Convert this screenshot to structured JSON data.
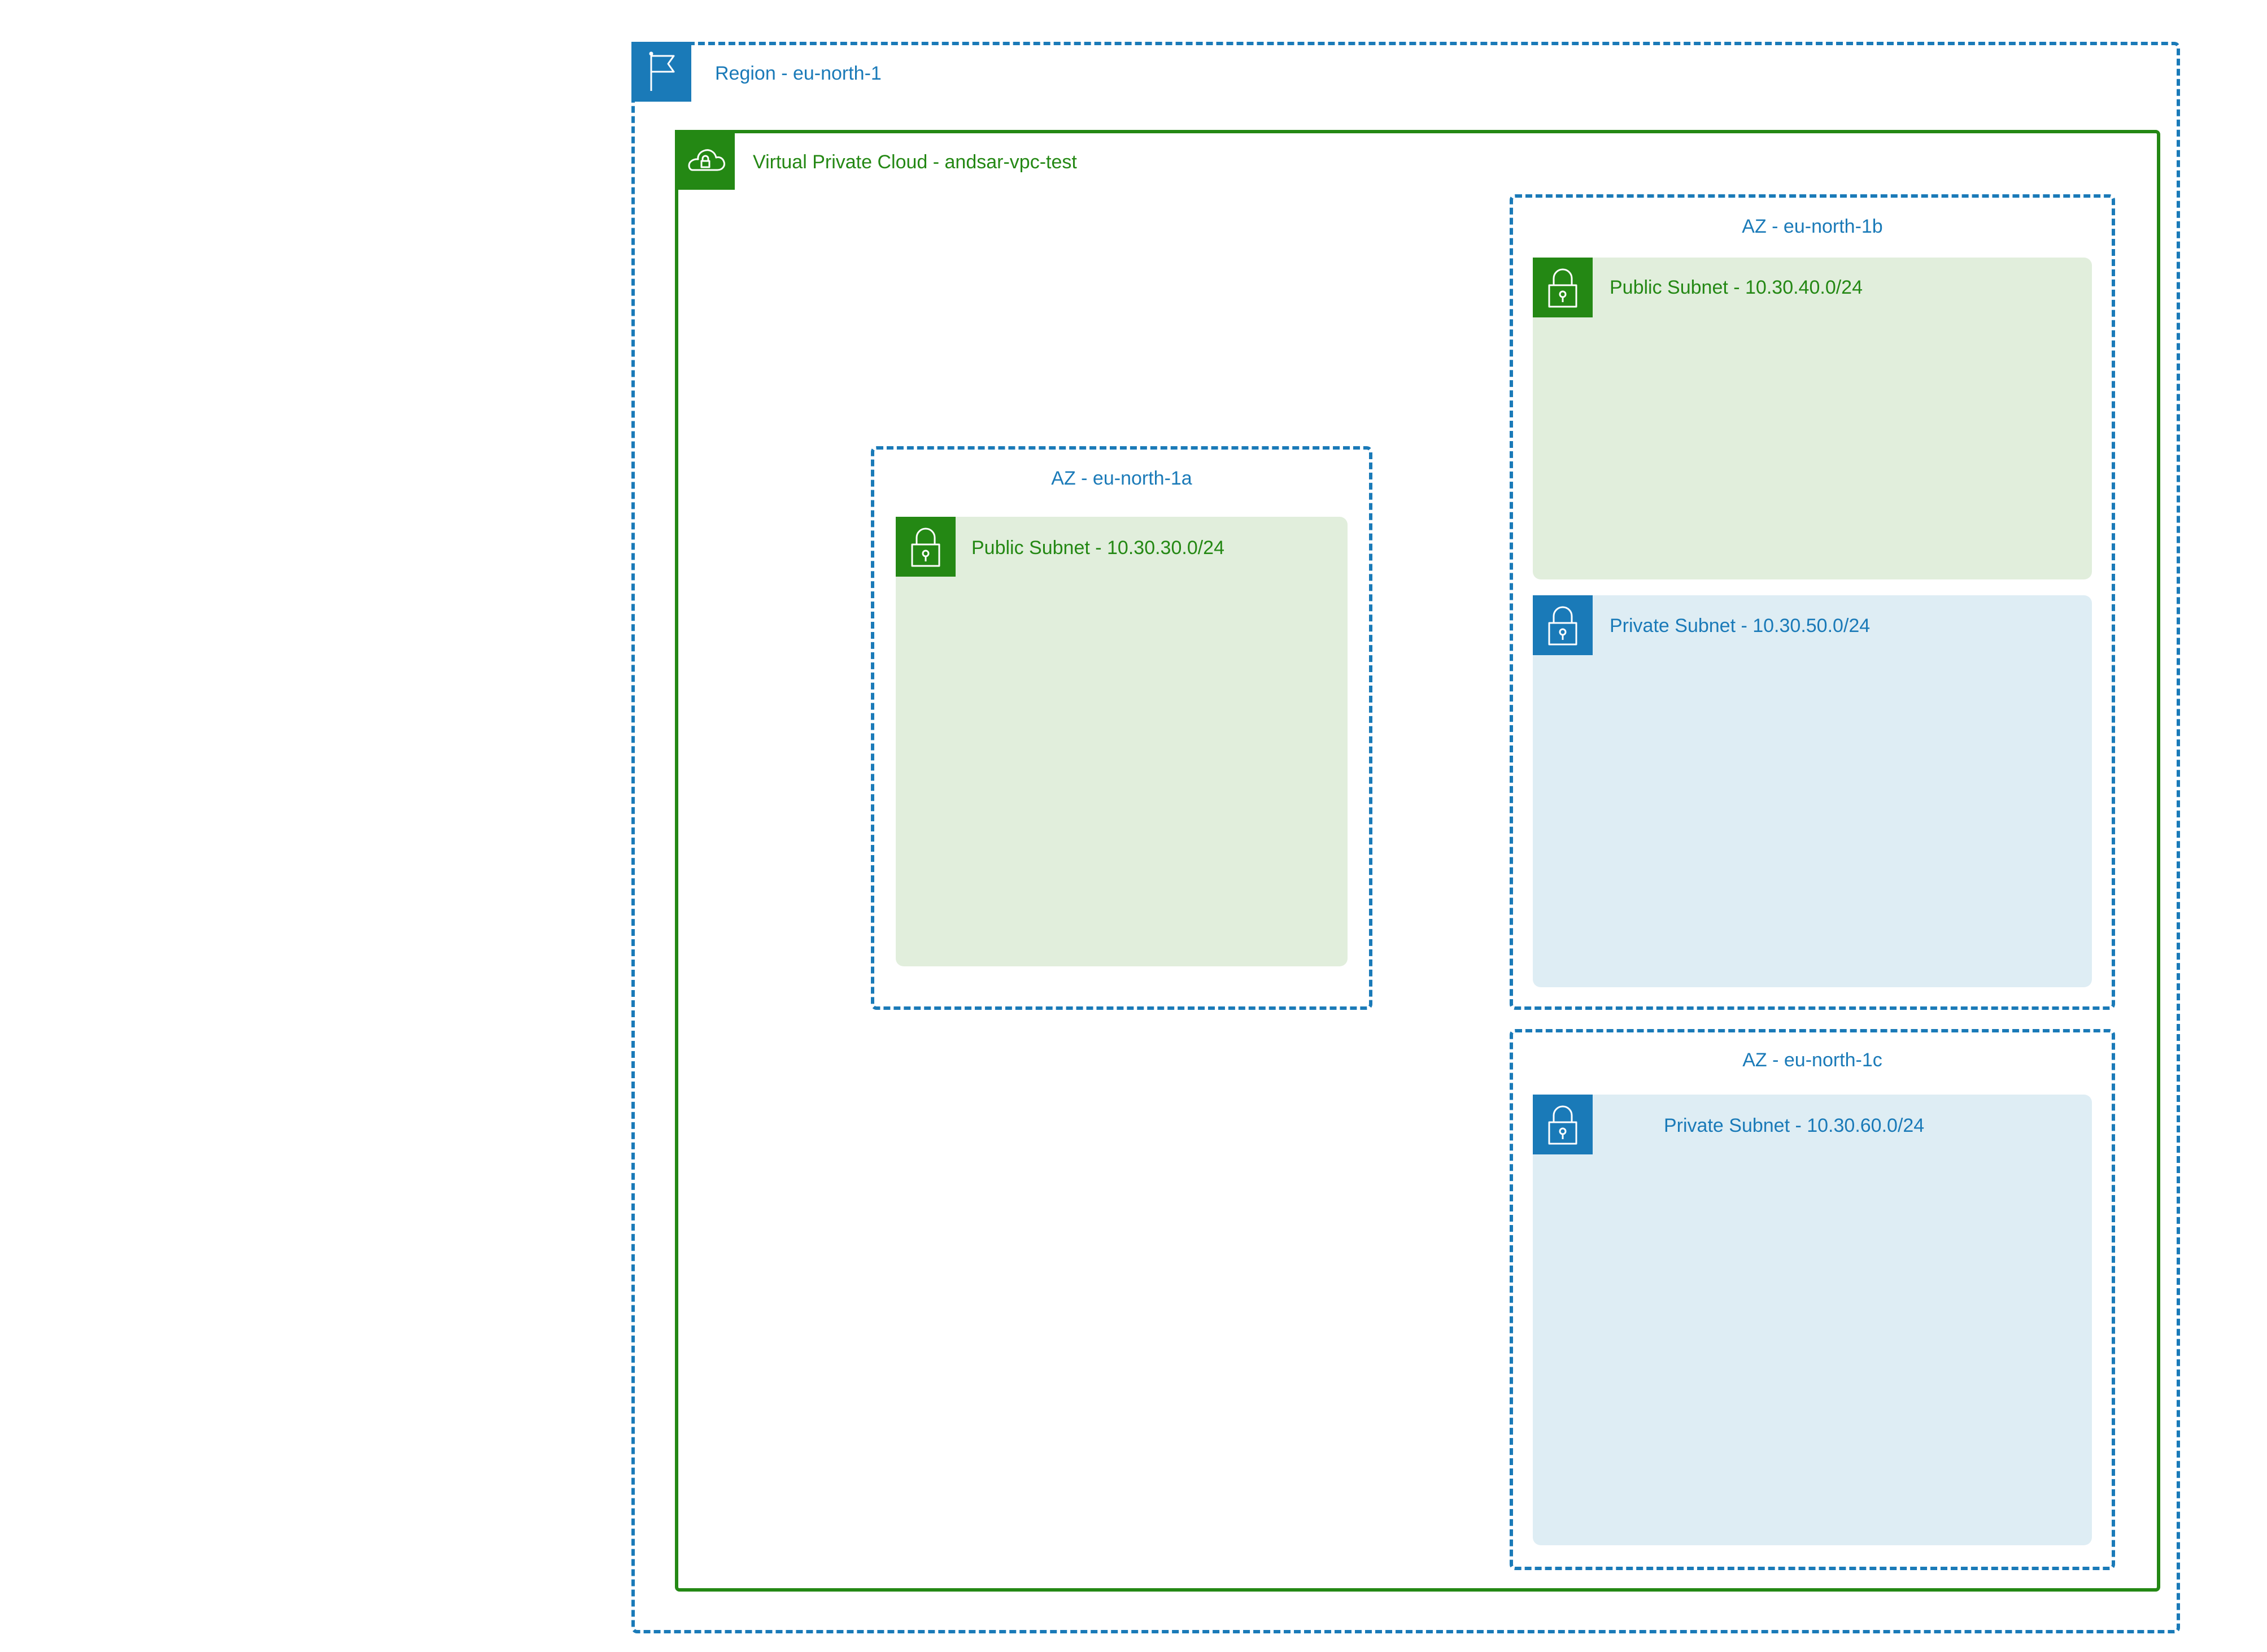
{
  "colors": {
    "region_blue": "#1a7ab8",
    "vpc_green": "#248814",
    "public_fill": "#e1eedc",
    "private_fill": "#deedf4"
  },
  "region": {
    "label": "Region - eu-north-1",
    "icon": "region-flag-icon"
  },
  "vpc": {
    "label": "Virtual Private Cloud - andsar-vpc-test",
    "icon": "vpc-cloud-lock-icon"
  },
  "availability_zones": [
    {
      "label": "AZ - eu-north-1a",
      "subnets": [
        {
          "label": "Public Subnet - 10.30.30.0/24",
          "type": "public",
          "icon": "padlock-icon"
        }
      ]
    },
    {
      "label": "AZ - eu-north-1b",
      "subnets": [
        {
          "label": "Public Subnet - 10.30.40.0/24",
          "type": "public",
          "icon": "padlock-icon"
        },
        {
          "label": "Private Subnet - 10.30.50.0/24",
          "type": "private",
          "icon": "padlock-icon"
        }
      ]
    },
    {
      "label": "AZ - eu-north-1c",
      "subnets": [
        {
          "label": "Private Subnet - 10.30.60.0/24",
          "type": "private",
          "icon": "padlock-icon"
        }
      ]
    }
  ]
}
